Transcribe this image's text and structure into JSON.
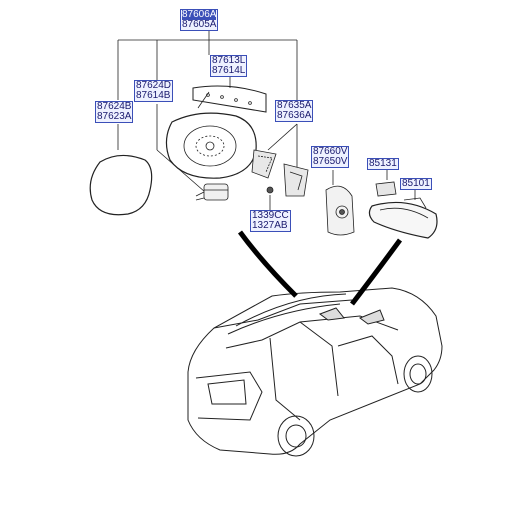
{
  "labels": {
    "mirror_assy": [
      "87606A",
      "87605A"
    ],
    "garnish": [
      "87613L",
      "87614L"
    ],
    "actuator": [
      "87624D",
      "87614B"
    ],
    "glass": [
      "87624B",
      "87623A"
    ],
    "cover": [
      "87635A",
      "87636A"
    ],
    "inside_cover": [
      "87660V",
      "87650V"
    ],
    "bracket": [
      "85131"
    ],
    "inside_mirror": [
      "85101"
    ],
    "screw": [
      "1339CC",
      "1327AB"
    ]
  },
  "colors": {
    "label_border": "#3b4fb8",
    "label_fill": "#eef1ff",
    "label_text": "#1a1a6e",
    "selected_fill": "#3b4fb8"
  }
}
